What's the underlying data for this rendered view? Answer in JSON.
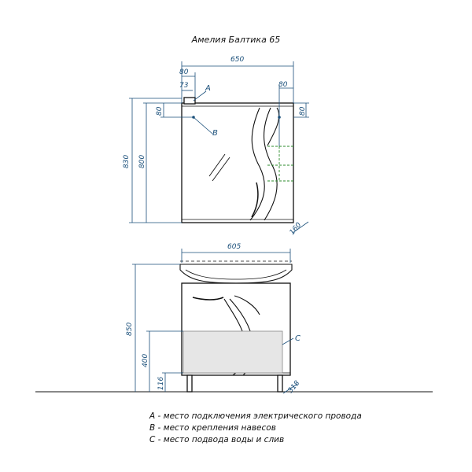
{
  "title": "Амелия Балтика 65",
  "dims_top": {
    "width": "650",
    "offset_80_left": "80",
    "offset_73": "73",
    "offset_80_right": "80",
    "height_83": "830",
    "height_800": "800",
    "left_80": "80",
    "right_80": "80",
    "depth_160": "160"
  },
  "dims_bottom": {
    "width": "605",
    "height_850": "850",
    "height_400": "400",
    "height_116": "116",
    "depth_318": "318"
  },
  "markers": {
    "a": "A",
    "b_top": "B",
    "c": "C"
  },
  "legend": [
    "A - место подключения электрического провода",
    "B - место крепления навесов",
    "C - место подвода воды и слив"
  ],
  "colors": {
    "line": "#111111",
    "dim": "#1a4f7a",
    "hatch": "#2a8a2a",
    "zone": "#e6e6e6"
  }
}
